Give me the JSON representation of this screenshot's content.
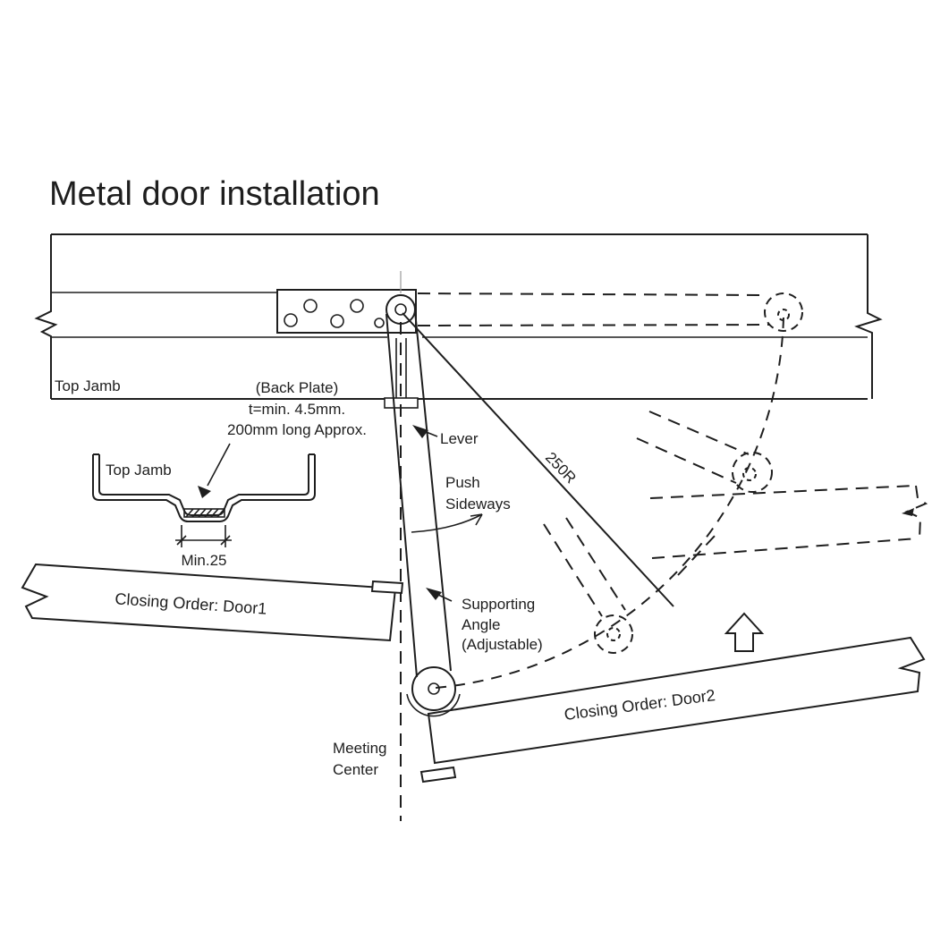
{
  "title": "Metal door installation",
  "labels": {
    "top_jamb": "Top Jamb",
    "back_plate": "(Back Plate)",
    "back_plate_thickness": "t=min. 4.5mm.",
    "back_plate_length": "200mm long Approx.",
    "section_top_jamb": "Top Jamb",
    "min_width": "Min.25",
    "door1": "Closing Order: Door1",
    "door2": "Closing Order: Door2",
    "lever": "Lever",
    "radius": "250R",
    "push_line1": "Push",
    "push_line2": "Sideways",
    "supporting_line1": "Supporting",
    "supporting_line2": "Angle",
    "supporting_line3": "(Adjustable)",
    "meeting_line1": "Meeting",
    "meeting_line2": "Center"
  },
  "colors": {
    "line": "#1e1e1e",
    "background": "#ffffff"
  }
}
